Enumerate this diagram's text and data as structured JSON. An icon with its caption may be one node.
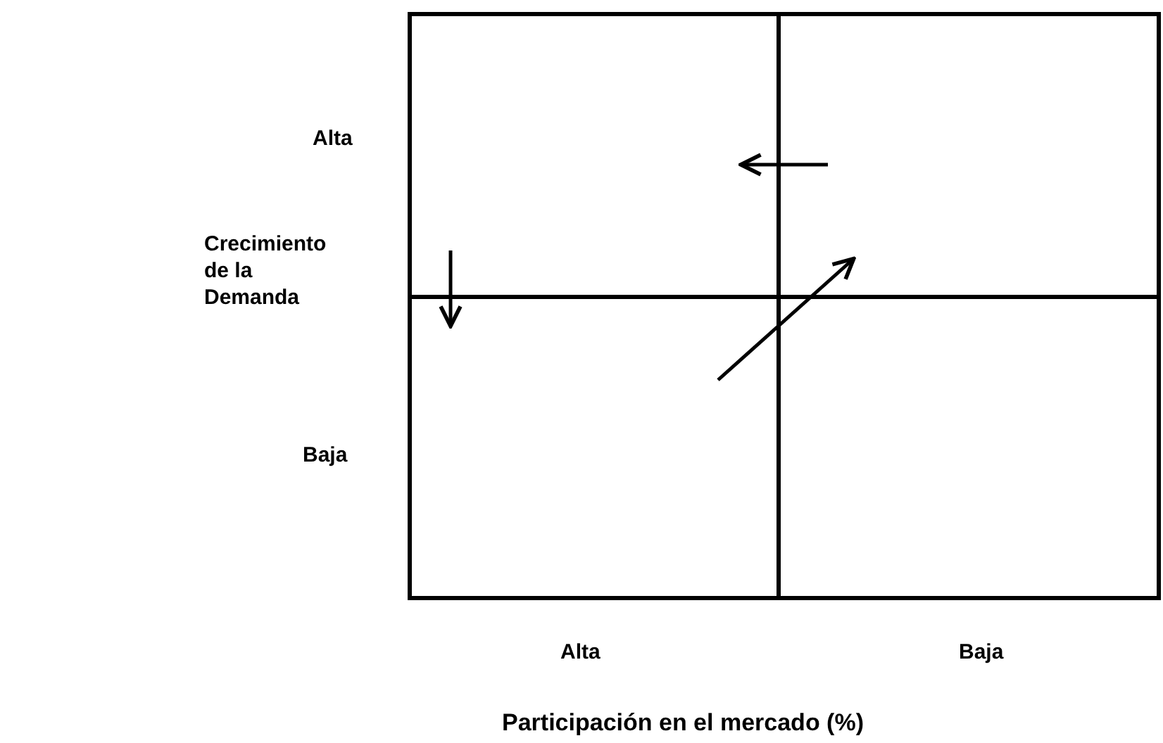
{
  "diagram": {
    "labels": [
      "Alta",
      "Crecimiento de la Demanda",
      "Baja",
      "Alta",
      "Baja",
      "Participación en el mercado (%)"
    ]
  }
}
